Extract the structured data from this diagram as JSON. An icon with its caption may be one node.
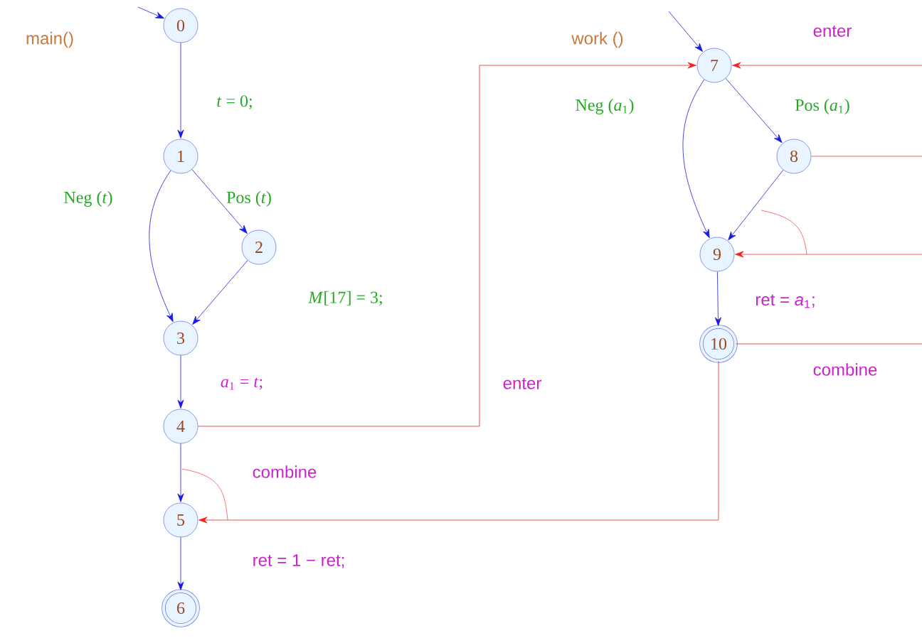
{
  "diagram": {
    "nodes": [
      {
        "text": [
          "0"
        ]
      },
      {
        "text": [
          "1"
        ]
      },
      {
        "text": [
          "2"
        ]
      },
      {
        "text": [
          "3"
        ]
      },
      {
        "text": [
          "4"
        ]
      },
      {
        "text": [
          "5"
        ]
      },
      {
        "text": [
          "6"
        ]
      },
      {
        "text": [
          "7"
        ]
      },
      {
        "text": [
          "8"
        ]
      },
      {
        "text": [
          "9"
        ]
      },
      {
        "text": [
          "10"
        ]
      }
    ],
    "edges": [
      {
        "from": null,
        "to": 0,
        "arrow": "to"
      },
      {
        "from": 0,
        "to": 1,
        "arrow": "to",
        "label": "*t* = 0;"
      },
      {
        "from": 1,
        "to": 3,
        "arrow": "to",
        "label": "Neg (*t*)"
      },
      {
        "from": 1,
        "to": 2,
        "arrow": "to",
        "label": "Pos (*t*)"
      },
      {
        "from": 2,
        "to": 3,
        "arrow": "to",
        "label": "*M*[17] = 3;"
      },
      {
        "from": 3,
        "to": 4,
        "arrow": "to",
        "label": "*a*$_{1}$ = *t*;"
      },
      {
        "from": 4,
        "to": 5,
        "arrow": "to"
      },
      {
        "from": 5,
        "to": 6,
        "arrow": "to",
        "label": "ret = 1 − ret;"
      },
      {
        "from": null,
        "to": 7,
        "arrow": "to"
      },
      {
        "from": 7,
        "to": 9,
        "arrow": "to",
        "label": "Neg (*a*$_{1}$)"
      },
      {
        "from": 7,
        "to": 8,
        "arrow": "to",
        "label": "Pos (*a*$_{1}$)"
      },
      {
        "from": 8,
        "to": 9,
        "arrow": "to"
      },
      {
        "from": 9,
        "to": 10,
        "arrow": "to",
        "label": "ret = *a*$_{1}$;"
      },
      {
        "from": 4,
        "to": 7,
        "arrow": "to",
        "label": "enter",
        "color": "#ee2222"
      },
      {
        "from": 10,
        "to": 5,
        "arrow": "to",
        "label": "combine",
        "color": "#ee2222"
      },
      {
        "from": null,
        "to": 7,
        "arrow": "to",
        "label": "enter",
        "color": "#ee2222"
      },
      {
        "from": 8,
        "to": null,
        "arrow": "none",
        "color": "#ee2222"
      },
      {
        "from": null,
        "to": 9,
        "arrow": "to",
        "color": "#ee2222"
      },
      {
        "from": 10,
        "to": null,
        "arrow": "none",
        "label": "combine",
        "color": "#ee2222"
      }
    ],
    "labels": [
      "main()",
      "work ()"
    ]
  }
}
